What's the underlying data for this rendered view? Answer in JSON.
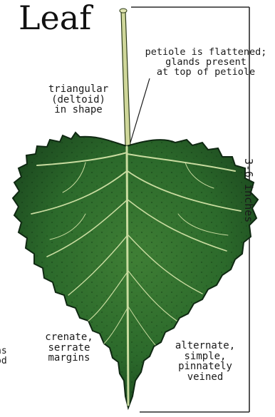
{
  "title": "Leaf",
  "annotations": {
    "shape": "triangular\n(deltoid)\nin shape",
    "petiole": "petiole is flattened;\nglands present\nat top of petiole",
    "margins": "crenate,\nserrate\nmargins",
    "arrangement": "alternate,\nsimple,\npinnately\nveined",
    "size": "3-6 inches",
    "cut_off_1": "ns",
    "cut_off_2": "od"
  },
  "colors": {
    "leaf_dark": "#1f4d22",
    "leaf_mid": "#2f6e2f",
    "leaf_light": "#4f8f3e",
    "vein": "#c9dca0",
    "petiole": "#cfd79a",
    "ink": "#1a1a1a"
  }
}
